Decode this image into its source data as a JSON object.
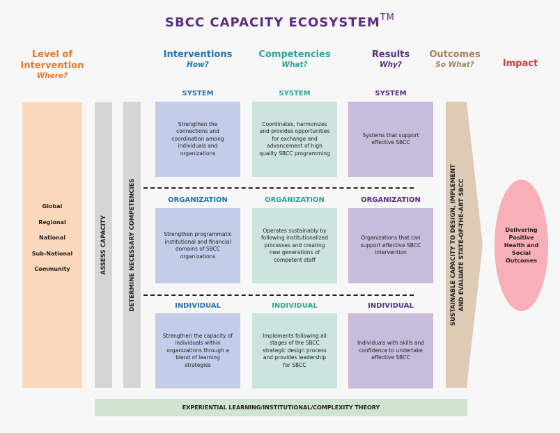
{
  "title": {
    "text": "SBCC CAPACITY ECOSYSTEM",
    "mark": "TM"
  },
  "headers": [
    {
      "label": "Level of Intervention",
      "sub": "Where?",
      "color": "#e07a33"
    },
    {
      "label": "Interventions",
      "sub": "How?",
      "color": "#2273b0"
    },
    {
      "label": "Competencies",
      "sub": "What?",
      "color": "#2ba39a"
    },
    {
      "label": "Results",
      "sub": "Why?",
      "color": "#5a2d82"
    },
    {
      "label": "Outcomes",
      "sub": "So What?",
      "color": "#a6825f"
    },
    {
      "label": "Impact",
      "sub": "",
      "color": "#c8403a"
    }
  ],
  "levels": [
    "Global",
    "Regional",
    "National",
    "Sub-National",
    "Community"
  ],
  "assess_label": "ASSESS CAPACITY",
  "determine_label": "DETERMINE NECESSARY COMPETENCIES",
  "rows": [
    {
      "level": "SYSTEM",
      "interventions": "Strengthen the connections and coordination among individuals and organizations",
      "competencies": "Coordinates, harmonizes and provides opportunities for exchange and advancement of high quality SBCC programming",
      "results": "Systems that support effective SBCC"
    },
    {
      "level": "ORGANIZATION",
      "interventions": "Strengthen programmatic institutional and financial domains of SBCC organizations",
      "competencies": "Operates sustainably by following institutionalized processes and creating new generations of competent staff",
      "results": "Organizations that can support effective SBCC intervention"
    },
    {
      "level": "INDIVIDUAL",
      "interventions": "Strengthen the capacity of individuals within organizations through a blend of learning strategies",
      "competencies": "Implements following all stages of the SBCC strategic design process and provides leadership for SBCC",
      "results": "Individuals with skills and confidence to undertake effective SBCC"
    }
  ],
  "outcome_arrow": {
    "line1": "SUSTAINABLE CAPACITY TO DESIGN, IMPLEMENT",
    "line2": "AND EVALUATE STATE-OF-THE-ART SBCC"
  },
  "impact": "Delivering Positive Health and Social Outcomes",
  "foundation": "EXPERIENTIAL LEARNING/INSTITUTIONAL/COMPLEXITY THEORY"
}
